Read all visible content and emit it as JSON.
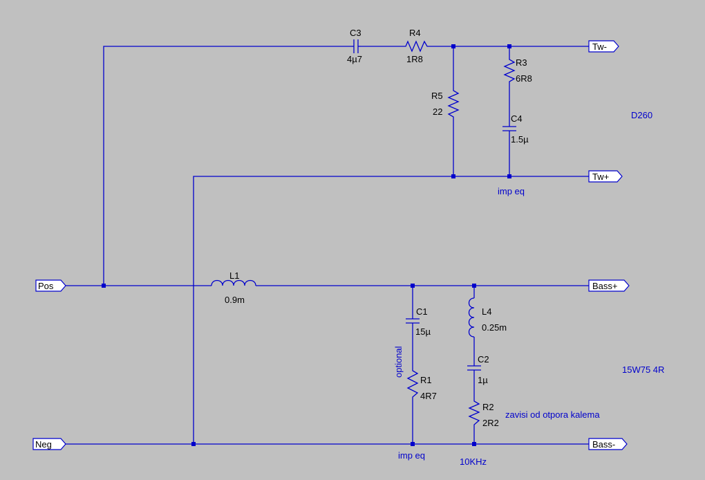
{
  "colors": {
    "background": "#c0c0c0",
    "wire": "#0000cc",
    "text": "#000000",
    "note": "#0000cc",
    "port_fill": "#ffffff"
  },
  "ports": {
    "pos": "Pos",
    "neg": "Neg",
    "tw_minus": "Tw-",
    "tw_plus": "Tw+",
    "bass_plus": "Bass+",
    "bass_minus": "Bass-"
  },
  "components": {
    "C3": {
      "name": "C3",
      "value": "4µ7"
    },
    "R4": {
      "name": "R4",
      "value": "1R8"
    },
    "R3": {
      "name": "R3",
      "value": "6R8"
    },
    "R5": {
      "name": "R5",
      "value": "22"
    },
    "C4": {
      "name": "C4",
      "value": "1.5µ"
    },
    "L1": {
      "name": "L1",
      "value": "0.9m"
    },
    "C1": {
      "name": "C1",
      "value": "15µ"
    },
    "R1": {
      "name": "R1",
      "value": "4R7"
    },
    "L4": {
      "name": "L4",
      "value": "0.25m"
    },
    "C2": {
      "name": "C2",
      "value": "1µ"
    },
    "R2": {
      "name": "R2",
      "value": "2R2"
    }
  },
  "notes": {
    "tweeter": "D260",
    "imp_eq_top": "imp eq",
    "woofer": "15W75 4R",
    "optional": "optional",
    "zavisi": "zavisi od otpora kalema",
    "imp_eq_bottom": "imp eq",
    "freq": "10KHz"
  }
}
